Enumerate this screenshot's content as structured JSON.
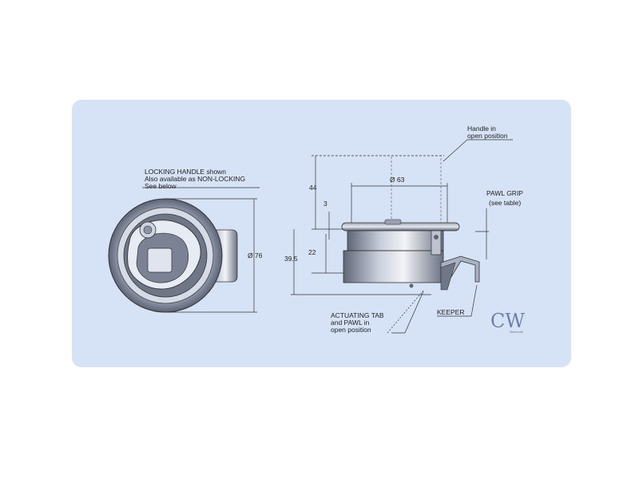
{
  "colors": {
    "panel": "#d6e3f7",
    "line": "#333333",
    "metal_dark": "#6f7686",
    "metal_light": "#e8ecf4",
    "logo_c": "#6e7fa8",
    "logo_w": "#8a8fb5"
  },
  "labels": {
    "locking_line1": "LOCKING HANDLE shown",
    "locking_line2": "Also available as NON-LOCKING",
    "locking_line3": "See below",
    "handle_line1": "Handle in",
    "handle_line2": "open position",
    "pawl_grip": "PAWL GRIP",
    "see_table": "(see table)",
    "actuating_line1": "ACTUATING TAB",
    "actuating_line2": "and PAWL in",
    "actuating_line3": "open position",
    "keeper": "KEEPER"
  },
  "dimensions": {
    "d76": "Ø 76",
    "d63": "Ø 63",
    "h44": "44",
    "h3": "3",
    "h22": "22",
    "h39_5": "39.5"
  },
  "logo": {
    "mark": "CW",
    "subtitle": "Watermark"
  }
}
